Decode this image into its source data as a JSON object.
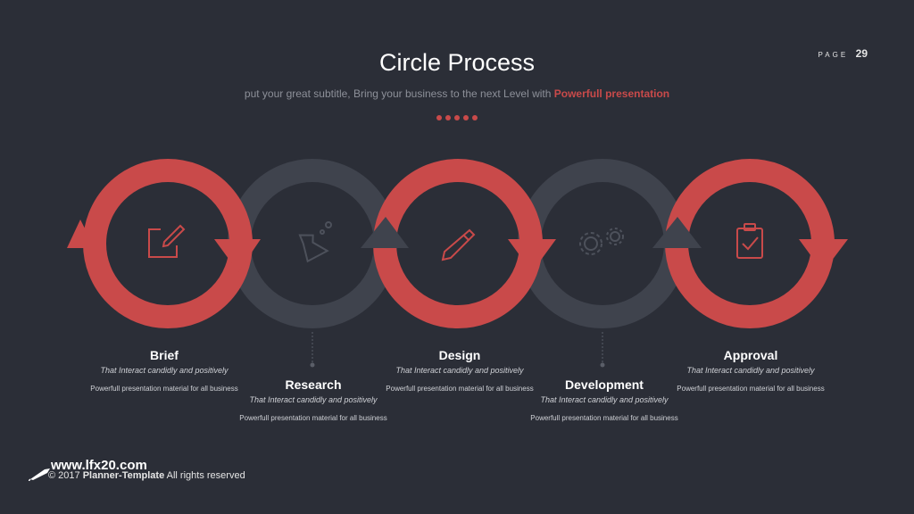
{
  "page": {
    "label": "PAGE",
    "number": "29"
  },
  "header": {
    "title": "Circle Process",
    "subtitle_plain": "put your great subtitle, Bring your business to the next Level with ",
    "subtitle_highlight": "Powerfull presentation"
  },
  "steps": [
    {
      "title": "Brief",
      "line1": "That Interact candidly and positively",
      "line2": "Powerfull presentation material for all business",
      "icon": "edit-icon",
      "color": "#c94a4a"
    },
    {
      "title": "Research",
      "line1": "That Interact candidly and positively",
      "line2": "Powerfull presentation material for all business",
      "icon": "flask-icon",
      "color": "#3f434d"
    },
    {
      "title": "Design",
      "line1": "That Interact candidly and positively",
      "line2": "Powerfull presentation material for all business",
      "icon": "pencil-icon",
      "color": "#c94a4a"
    },
    {
      "title": "Development",
      "line1": "That Interact candidly and positively",
      "line2": "Powerfull presentation material for all business",
      "icon": "gears-icon",
      "color": "#3f434d"
    },
    {
      "title": "Approval",
      "line1": "That Interact candidly and positively",
      "line2": "Powerfull presentation material for all business",
      "icon": "clipboard-check-icon",
      "color": "#c94a4a"
    }
  ],
  "footer": {
    "url": "www.lfx20.com",
    "copy_prefix": "© 2017 ",
    "copy_brand": "Planner-Template",
    "copy_suffix": " All rights reserved"
  },
  "colors": {
    "accent": "#c94a4a",
    "dark_ring": "#3f434d",
    "background": "#2b2e37"
  }
}
